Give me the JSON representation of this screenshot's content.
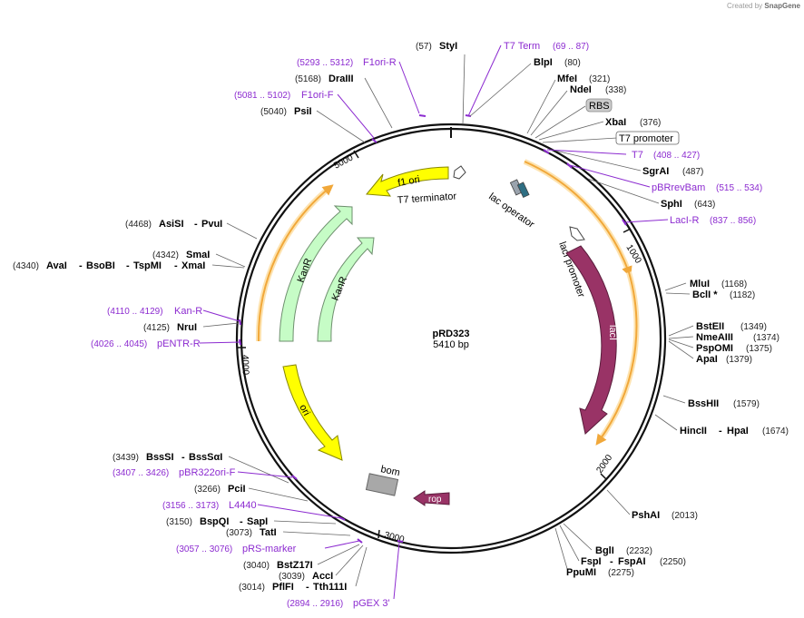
{
  "credit": {
    "prefix": "Created by",
    "brand": "SnapGene"
  },
  "plasmid": {
    "name": "pRD323",
    "size_label": "5410 bp"
  },
  "ticks": [
    "1000",
    "2000",
    "3000",
    "4000",
    "5000"
  ],
  "features": {
    "kanr_outer": "KanR",
    "kanr_inner": "KanR",
    "f1_ori": "f1 ori",
    "t7_terminator": "T7 terminator",
    "lac_operator": "lac operator",
    "laci_promoter": "lacI promoter",
    "laci": "lacI",
    "ori": "ori",
    "bom": "bom",
    "rop": "rop"
  },
  "right_labels": {
    "styi_num": "(57)",
    "styi_name": "StyI",
    "t7term_name": "T7 Term",
    "t7term_num": "(69 .. 87)",
    "blpi_name": "BlpI",
    "blpi_num": "(80)",
    "mfei_name": "MfeI",
    "mfei_num": "(321)",
    "ndei_name": "NdeI",
    "ndei_num": "(338)",
    "rbs_name": "RBS",
    "xbai_name": "XbaI",
    "xbai_num": "(376)",
    "t7prom_name": "T7 promoter",
    "t7_name": "T7",
    "t7_num": "(408 .. 427)",
    "sgrai_name": "SgrAI",
    "sgrai_num": "(487)",
    "pbrrevbam_name": "pBRrevBam",
    "pbrrevbam_num": "(515 .. 534)",
    "sphi_name": "SphI",
    "sphi_num": "(643)",
    "lacir_name": "LacI-R",
    "lacir_num": "(837 .. 856)",
    "mlui_name": "MluI",
    "mlui_num": "(1168)",
    "bcli_name": "BclI *",
    "bcli_num": "(1182)",
    "bsteii_name": "BstEII",
    "bsteii_num": "(1349)",
    "nmeaiii_name": "NmeAIII",
    "nmeaiii_num": "(1374)",
    "psppomi_name": "PspOMI",
    "psppomi_num": "(1375)",
    "apai_name": "ApaI",
    "apai_num": "(1379)",
    "bsshii_name": "BssHII",
    "bsshii_num": "(1579)",
    "hincii_name": "HincII",
    "hincii_sep": "-",
    "hpai_name": "HpaI",
    "hincii_num": "(1674)",
    "pshai_name": "PshAI",
    "pshai_num": "(2013)",
    "bgli_name": "BglI",
    "bgli_num": "(2232)",
    "fspi_name": "FspI",
    "fspi_sep": "-",
    "fspai_name": "FspAI",
    "fspi_num": "(2250)",
    "ppumi_name": "PpuMI",
    "ppumi_num": "(2275)"
  },
  "left_labels": {
    "f1orir_num": "(5293 .. 5312)",
    "f1orir_name": "F1ori-R",
    "draiii_num": "(5168)",
    "draiii_name": "DraIII",
    "f1orif_num": "(5081 .. 5102)",
    "f1orif_name": "F1ori-F",
    "psii_num": "(5040)",
    "psii_name": "PsiI",
    "asisi_num": "(4468)",
    "asisi_name": "AsiSI",
    "asisi_sep": "-",
    "pvui_name": "PvuI",
    "smai_num": "(4342)",
    "smai_name": "SmaI",
    "avai_num": "(4340)",
    "avai_name": "AvaI",
    "avai_sep1": "-",
    "bsobi_name": "BsoBI",
    "avai_sep2": "-",
    "tspmi_name": "TspMI",
    "avai_sep3": "-",
    "xmai_name": "XmaI",
    "kanr_r_num": "(4110 .. 4129)",
    "kanr_r_name": "Kan-R",
    "nrui_num": "(4125)",
    "nrui_name": "NruI",
    "pentr_num": "(4026 .. 4045)",
    "pentr_name": "pENTR-R",
    "bsssi_num": "(3439)",
    "bsssi_name": "BssSI",
    "bsssi_sep": "-",
    "bsssai_name": "BssSαI",
    "pbr322_num": "(3407 .. 3426)",
    "pbr322_name": "pBR322ori-F",
    "pcii_num": "(3266)",
    "pcii_name": "PciI",
    "l4440_num": "(3156 .. 3173)",
    "l4440_name": "L4440",
    "bspqi_num": "(3150)",
    "bspqi_name": "BspQI",
    "bspqi_sep": "-",
    "sapi_name": "SapI",
    "tati_num": "(3073)",
    "tati_name": "TatI",
    "prs_num": "(3057 .. 3076)",
    "prs_name": "pRS-marker",
    "bstz17i_num": "(3040)",
    "bstz17i_name": "BstZ17I",
    "acci_num": "(3039)",
    "acci_name": "AccI",
    "pflfi_num": "(3014)",
    "pflfi_name": "PflFI",
    "pflfi_sep": "-",
    "tth111i_name": "Tth111I",
    "pgex_num": "(2894 .. 2916)",
    "pgex_name": "pGEX 3'"
  },
  "colors": {
    "kanr": "#c6fcc6",
    "kanr_stroke": "#6e8f6e",
    "f1ori": "#ffff00",
    "ori": "#ffff00",
    "yellow_stroke": "#888800",
    "laci": "#993366",
    "rop": "#993366",
    "primer": "#8c2bd0",
    "orf": "#f1a83a",
    "orf_glow": "#fde3b0",
    "bom": "#a8a8a8",
    "lacop": "#2f6f83"
  }
}
